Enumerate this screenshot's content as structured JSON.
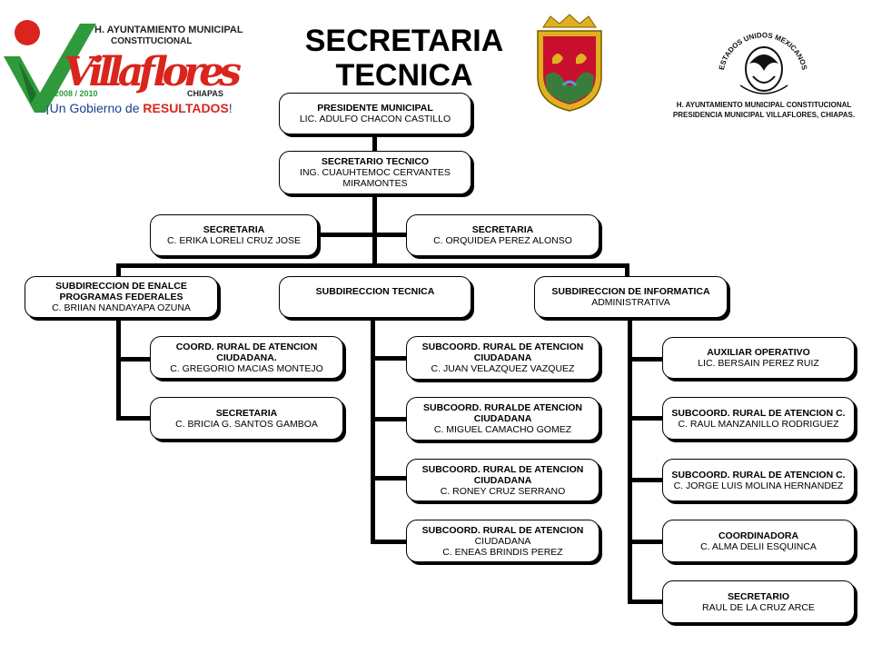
{
  "title": {
    "line1": "SECRETARIA",
    "line2": "TECNICA"
  },
  "logo_left": {
    "header_line1": "H. AYUNTAMIENTO MUNICIPAL",
    "header_line2": "CONSTITUCIONAL",
    "brand": "Villaflores",
    "years": "2008 / 2010",
    "state": "CHIAPAS",
    "slogan_prefix": "¡Un Gobierno de ",
    "slogan_highlight": "RESULTADOS",
    "slogan_suffix": "!"
  },
  "logo_right": {
    "seal_text": "ESTADOS UNIDOS MEXICANOS",
    "line1": "H. AYUNTAMIENTO MUNICIPAL CONSTITUCIONAL",
    "line2": "PRESIDENCIA MUNICIPAL VILLAFLORES, CHIAPAS."
  },
  "colors": {
    "green": "#2e9a3c",
    "red": "#d9251d",
    "shield_red": "#c8102e",
    "gold": "#e0b020"
  },
  "org": {
    "presidente": {
      "title": "PRESIDENTE MUNICIPAL",
      "name": "LIC. ADULFO CHACON CASTILLO"
    },
    "secretario": {
      "title": "SECRETARIO TECNICO",
      "name1": "ING. CUAUHTEMOC CERVANTES",
      "name2": "MIRAMONTES"
    },
    "secretaria_left": {
      "title": "SECRETARIA",
      "name": "C. ERIKA LORELI CRUZ JOSE"
    },
    "secretaria_right": {
      "title": "SECRETARIA",
      "name": "C. ORQUIDEA PEREZ ALONSO"
    },
    "sub_enlace": {
      "title1": "SUBDIRECCION DE ENALCE",
      "title2": "PROGRAMAS FEDERALES",
      "name": "C. BRIIAN NANDAYAPA OZUNA"
    },
    "sub_tecnica": {
      "title": "SUBDIRECCION TECNICA"
    },
    "sub_informatica": {
      "title": "SUBDIRECCION DE INFORMATICA",
      "name": "ADMINISTRATIVA"
    },
    "coord_rural": {
      "title1": "COORD. RURAL DE ATENCION",
      "title2": "CIUDADANA.",
      "name": "C. GREGORIO  MACIAS MONTEJO"
    },
    "secretaria_bricia": {
      "title": "SECRETARIA",
      "name": "C. BRICIA  G.  SANTOS GAMBOA"
    },
    "subcoord_1": {
      "title1": "SUBCOORD. RURAL DE ATENCION",
      "title2": "CIUDADANA",
      "name": "C. JUAN VELAZQUEZ VAZQUEZ"
    },
    "subcoord_2": {
      "title1": "SUBCOORD. RURALDE ATENCION",
      "title2": "CIUDADANA",
      "name": "C. MIGUEL CAMACHO GOMEZ"
    },
    "subcoord_3": {
      "title1": "SUBCOORD. RURAL DE ATENCION",
      "title2": "CIUDADANA",
      "name": "C. RONEY CRUZ SERRANO"
    },
    "subcoord_4": {
      "title1": "SUBCOORD. RURAL DE ATENCION",
      "title2": "CIUDADANA",
      "name": "C. ENEAS BRINDIS PEREZ"
    },
    "auxiliar": {
      "title": "AUXILIAR  OPERATIVO",
      "name": "LIC. BERSAIN PEREZ RUIZ"
    },
    "subcoord_5": {
      "title": "SUBCOORD. RURAL DE ATENCION C.",
      "name": "C. RAUL MANZANILLO RODRIGUEZ"
    },
    "subcoord_6": {
      "title": "SUBCOORD. RURAL DE ATENCION C.",
      "name": "C. JORGE  LUIS MOLINA HERNANDEZ"
    },
    "coordinadora": {
      "title": "COORDINADORA",
      "name": "C. ALMA DELII ESQUINCA"
    },
    "secretario_raul": {
      "title": "SECRETARIO",
      "name": "RAUL DE LA CRUZ ARCE"
    }
  }
}
